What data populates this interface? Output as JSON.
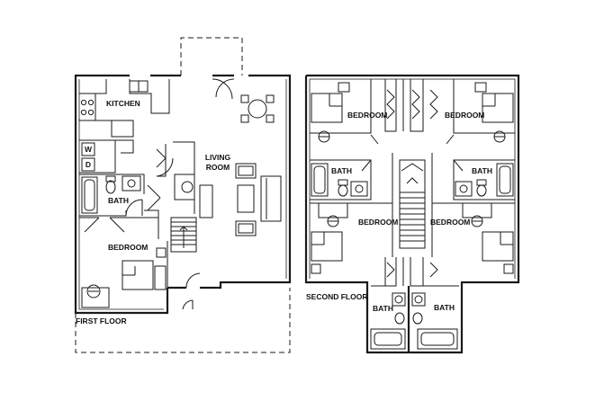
{
  "first_floor": {
    "caption": "FIRST FLOOR",
    "rooms": {
      "kitchen": "KITCHEN",
      "living_room_line1": "LIVING",
      "living_room_line2": "ROOM",
      "bath": "BATH",
      "bedroom": "BEDROOM",
      "washer": "W",
      "dryer": "D"
    }
  },
  "second_floor": {
    "caption": "SECOND FLOOR",
    "rooms": {
      "bedroom_nw": "BEDROOM",
      "bedroom_ne": "BEDROOM",
      "bath_w": "BATH",
      "bath_e": "BATH",
      "bedroom_sw": "BEDROOM",
      "bedroom_se": "BEDROOM",
      "bath_sw": "BATH",
      "bath_se": "BATH"
    }
  },
  "colors": {
    "line": "#1a1a1a",
    "background": "#ffffff"
  }
}
